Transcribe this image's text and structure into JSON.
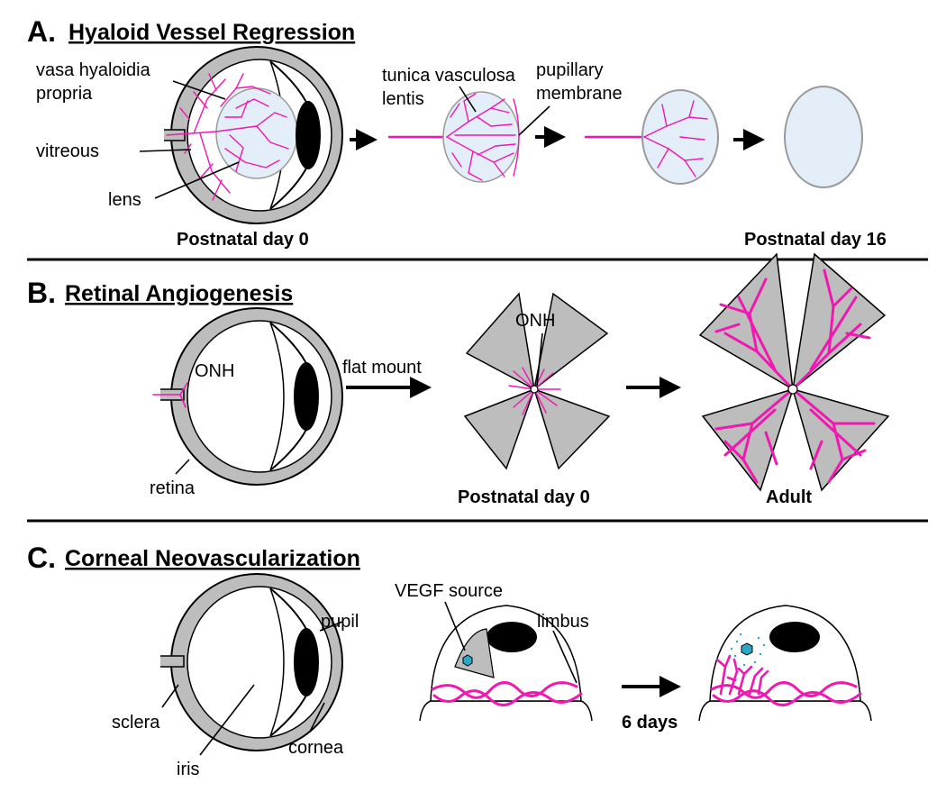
{
  "colors": {
    "vessel": "#f018b0",
    "tissue": "#bdbdbd",
    "wall": "#9a9a9a",
    "lens_fill": "#e3eef8",
    "vegf": "#2aa8c6",
    "ink": "#000000"
  },
  "panel_a": {
    "letter": "A.",
    "title": "Hyaloid Vessel Regression",
    "labels": {
      "vasa": [
        "vasa hyaloidia",
        "propria"
      ],
      "vitreous": "vitreous",
      "lens": "lens",
      "tunica": [
        "tunica vasculosa",
        "lentis"
      ],
      "pupillary": [
        "pupillary",
        "membrane"
      ]
    },
    "captions": {
      "start": "Postnatal day 0",
      "end": "Postnatal day 16"
    }
  },
  "panel_b": {
    "letter": "B.",
    "title": "Retinal Angiogenesis",
    "labels": {
      "onh_eye": "ONH",
      "retina": "retina",
      "onh_flat": "ONH",
      "flat_mount": "flat mount"
    },
    "captions": {
      "day0": "Postnatal day 0",
      "adult": "Adult"
    }
  },
  "panel_c": {
    "letter": "C.",
    "title": "Corneal Neovascularization",
    "labels": {
      "pupil": "pupil",
      "sclera": "sclera",
      "iris": "iris",
      "cornea": "cornea",
      "vegf": "VEGF source",
      "limbus": "limbus",
      "days": "6 days"
    }
  }
}
